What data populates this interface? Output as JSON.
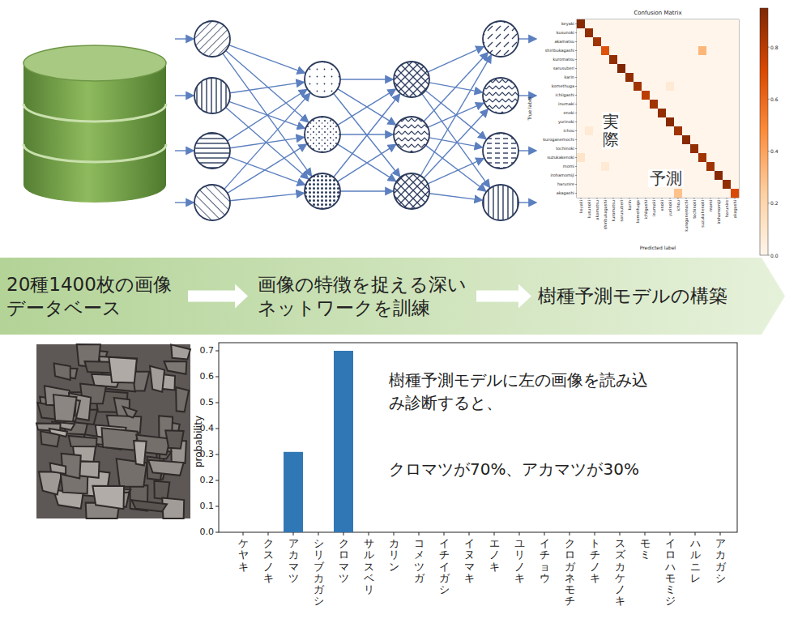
{
  "diagram": {
    "nodes": [
      {
        "text": [
          "20種1400枚の画像データベース",
          "画像の特徴を捉える深いネットワークを訓練",
          "樹種予測モデルの構築"
        ]
      }
    ],
    "labels": [
      "Confusion Matrix",
      "keyaki",
      "kusunoki",
      "akamatsu",
      "shiribukagashi",
      "kuromatsu",
      "sarusuberi",
      "karin",
      "komethuga",
      "ichiigashi",
      "inumaki",
      "enoki",
      "yurinoki",
      "ichou",
      "kuroganemochi",
      "tochinoki",
      "suzukakenoki",
      "momi",
      "irohamomiji",
      "harunire",
      "akagashi",
      "True label",
      "keyaki",
      "kusunoki",
      "akamatsu",
      "shiribukagashi",
      "kuromatsu",
      "sarusuberi",
      "karin",
      "komethuga",
      "ichiigashi",
      "inumaki",
      "enoki",
      "yurinoki",
      "ichou",
      "kuroganemochi",
      "tochinoki",
      "suzukakenoki",
      "momi",
      "irohamomiji",
      "harunire",
      "akagashi",
      "Predicted label",
      "実際",
      "予測",
      "0.8",
      "0.6",
      "0.4",
      "0.2",
      "0.0",
      "probability",
      "0.0",
      "0.1",
      "0.2",
      "0.3",
      "0.4",
      "0.5",
      "0.6",
      "0.7",
      "ケヤキ",
      "クスノキ",
      "アカマツ",
      "シリブカガシ",
      "クロマツ",
      "サルスベリ",
      "カリン",
      "コメツガ",
      "イチイガシ",
      "イヌマキ",
      "エノキ",
      "ユリノキ",
      "イチョウ",
      "クロガネモチ",
      "トチノキ",
      "スズカケノキ",
      "モミ",
      "イロハモミジ",
      "ハルニレ",
      "アカガシ",
      "樹種予測モデルに左の画像を読み込み診断すると、",
      "クロマツが70%、アカマツが30%"
    ]
  }
}
